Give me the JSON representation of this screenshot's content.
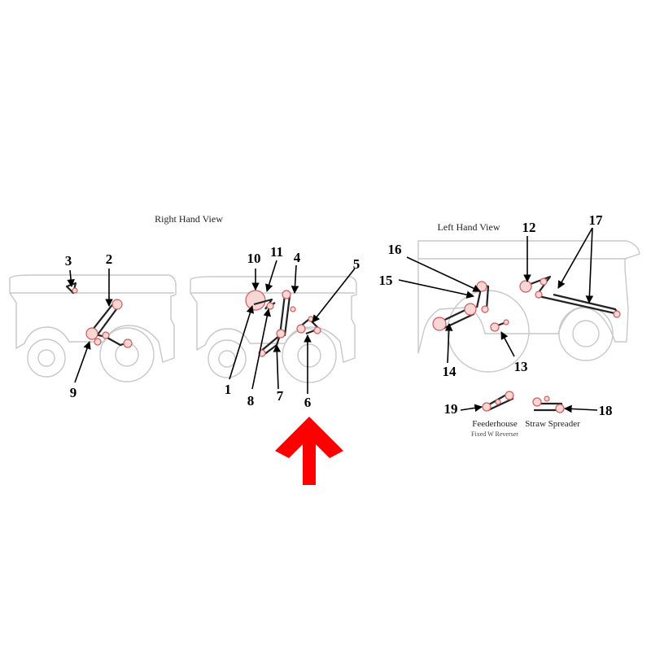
{
  "views": {
    "right_title": "Right Hand View",
    "left_title": "Left Hand View"
  },
  "callouts": [
    "1",
    "2",
    "3",
    "4",
    "5",
    "6",
    "7",
    "8",
    "9",
    "10",
    "11",
    "12",
    "13",
    "14",
    "15",
    "16",
    "17",
    "18",
    "19"
  ],
  "insets": {
    "feederhouse": "Feederhouse",
    "feederhouse_sub": "Fixed W Reverser",
    "straw_spreader": "Straw Spreader"
  },
  "colors": {
    "arrow": "#ff0000",
    "pulley": "#d45a5a",
    "outline": "#c8c8c8"
  },
  "icons": {
    "indicator": "up-arrow-icon"
  }
}
